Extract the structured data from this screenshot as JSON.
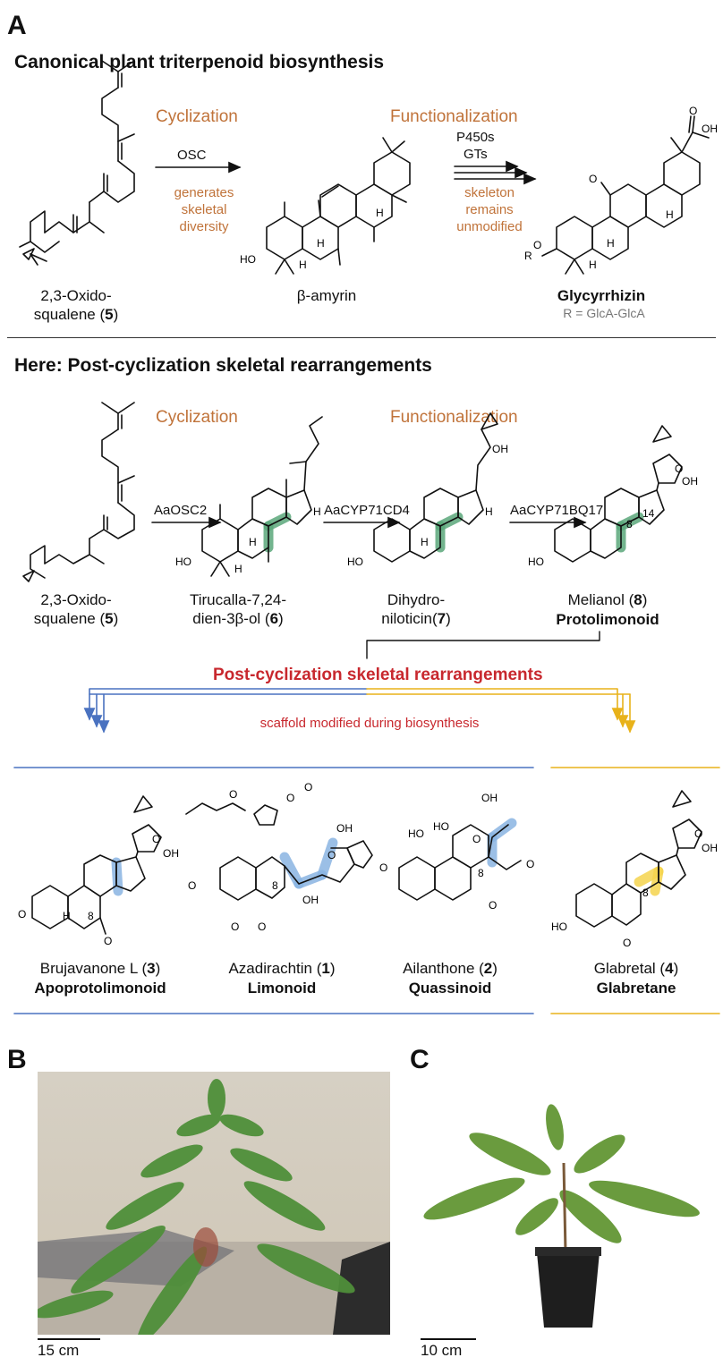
{
  "panels": {
    "a": "A",
    "b": "B",
    "c": "C"
  },
  "section1": {
    "title": "Canonical plant triterpenoid biosynthesis",
    "cyclization": "Cyclization",
    "functionalization": "Functionalization",
    "osc": "OSC",
    "p450s": "P450s",
    "gts": "GTs",
    "note_diversity": [
      "generates",
      "skeletal",
      "diversity"
    ],
    "note_unmodified": [
      "skeleton",
      "remains",
      "unmodified"
    ],
    "compound1": [
      "2,3-Oxido-",
      "squalene (",
      "5",
      ")"
    ],
    "compound2": "β-amyrin",
    "compound3": "Glycyrrhizin",
    "compound3_sub": "R = GlcA-GlcA",
    "oh": "OH",
    "r": "R",
    "h": "H",
    "ho": "HO"
  },
  "section2": {
    "title": "Here: Post-cyclization skeletal rearrangements",
    "cyclization": "Cyclization",
    "functionalization": "Functionalization",
    "enzyme1": "AaOSC2",
    "enzyme2": "AaCYP71CD4",
    "enzyme3": "AaCYP71BQ17",
    "c1": [
      "2,3-Oxido-",
      "squalene (",
      "5",
      ")"
    ],
    "c2": [
      "Tirucalla-7,24-",
      "dien-3β-ol (",
      "6",
      ")"
    ],
    "c3": [
      "Dihydro-",
      "niloticin(",
      "7",
      ")"
    ],
    "c4": [
      "Melianol (",
      "8",
      ")"
    ],
    "c4_class": "Protolimonoid",
    "rearr_title": "Post-cyclization skeletal rearrangements",
    "rearr_note": "scaffold modified during biosynthesis",
    "num8": "8",
    "num14": "14"
  },
  "section3": {
    "p1": [
      "Brujavanone L (",
      "3",
      ")"
    ],
    "p1_class": "Apoprotolimonoid",
    "p2": [
      "Azadirachtin (",
      "1",
      ")"
    ],
    "p2_class": "Limonoid",
    "p3": [
      "Ailanthone (",
      "2",
      ")"
    ],
    "p3_class": "Quassinoid",
    "p4": [
      "Glabretal (",
      "4",
      ")"
    ],
    "p4_class": "Glabretane"
  },
  "photos": {
    "b_scale": "15 cm",
    "c_scale": "10 cm"
  },
  "colors": {
    "orange": "#c0733a",
    "red": "#c8282e",
    "blue": "#4a72c0",
    "gold": "#e8b21a",
    "green": "#5aa77a",
    "light_blue": "#8ab4e2",
    "yellow": "#f5d34e"
  }
}
